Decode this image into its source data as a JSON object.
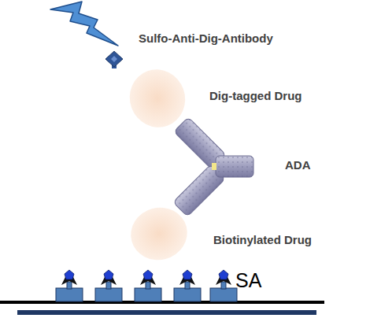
{
  "diagram": {
    "labels": [
      "Sulfo-Anti-Dig-Antibody",
      "Dig-tagged Drug",
      "ADA",
      "Biotinylated Drug",
      "SA"
    ]
  }
}
